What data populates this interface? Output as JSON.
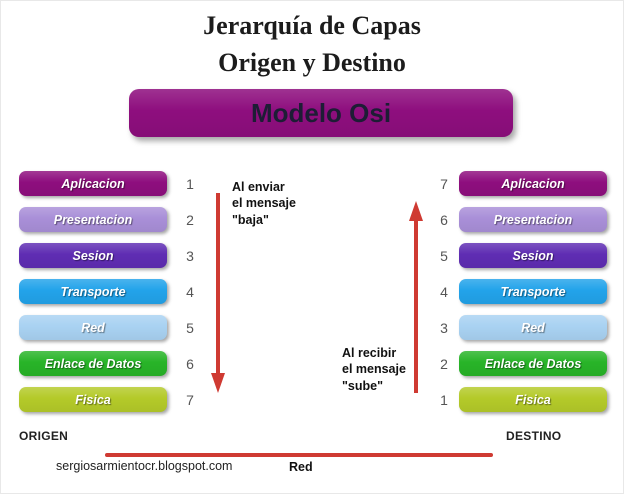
{
  "title": {
    "line1": "Jerarquía de Capas",
    "line2": "Origen y Destino"
  },
  "banner": {
    "label": "Modelo Osi",
    "color": "#8e0e7e",
    "text_color": "#1d1d35"
  },
  "layers": [
    {
      "name": "Aplicacion",
      "color": "#8e0e7e"
    },
    {
      "name": "Presentacion",
      "color": "#a98fd8"
    },
    {
      "name": "Sesion",
      "color": "#5f2db3"
    },
    {
      "name": "Transporte",
      "color": "#22a3ea"
    },
    {
      "name": "Red",
      "color": "#a9d2f2"
    },
    {
      "name": "Enlace de Datos",
      "color": "#28b428"
    },
    {
      "name": "Fisica",
      "color": "#b4ca29"
    }
  ],
  "origin_numbers": [
    "1",
    "2",
    "3",
    "4",
    "5",
    "6",
    "7"
  ],
  "destination_numbers": [
    "7",
    "6",
    "5",
    "4",
    "3",
    "2",
    "1"
  ],
  "annotations": {
    "send": "Al enviar\nel mensaje\n\"baja\"",
    "receive": "Al recibir\nel mensaje\n\"sube\"",
    "arrow_color": "#cf3a32"
  },
  "footer": {
    "origin": "ORIGEN",
    "destination": "DESTINO",
    "line_label": "Red",
    "credit": "sergiosarmientocr.blogspot.com"
  }
}
